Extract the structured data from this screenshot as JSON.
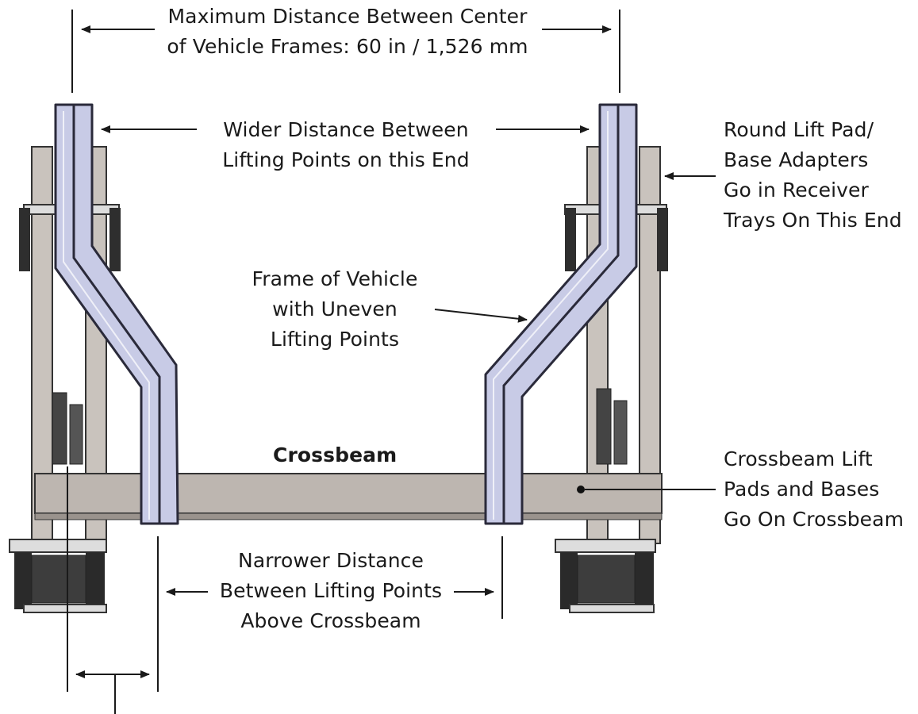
{
  "labels": {
    "max_distance": {
      "line1": "Maximum Distance Between Center",
      "line2": "of Vehicle Frames: 60 in / 1,526 mm"
    },
    "wider_distance": {
      "line1": "Wider Distance Between",
      "line2": "Lifting Points on this End"
    },
    "round_pad": {
      "line1": "Round Lift Pad/",
      "line2": "Base Adapters",
      "line3": "Go in Receiver",
      "line4": "Trays On This End"
    },
    "frame_vehicle": {
      "line1": "Frame of Vehicle",
      "line2": "with Uneven",
      "line3": "Lifting Points"
    },
    "crossbeam": "Crossbeam",
    "crossbeam_pads": {
      "line1": "Crossbeam Lift",
      "line2": "Pads and Bases",
      "line3": "Go On Crossbeam"
    },
    "narrower_distance": {
      "line1": "Narrower Distance",
      "line2": "Between Lifting Points",
      "line3": "Above Crossbeam"
    }
  },
  "colors": {
    "frame_fill": "#c8cbe6",
    "frame_stroke": "#2a2a3a",
    "steel_fill": "#bdb6b0",
    "steel_dark": "#3a3a3a",
    "annotation_line": "#1a1a1a"
  }
}
